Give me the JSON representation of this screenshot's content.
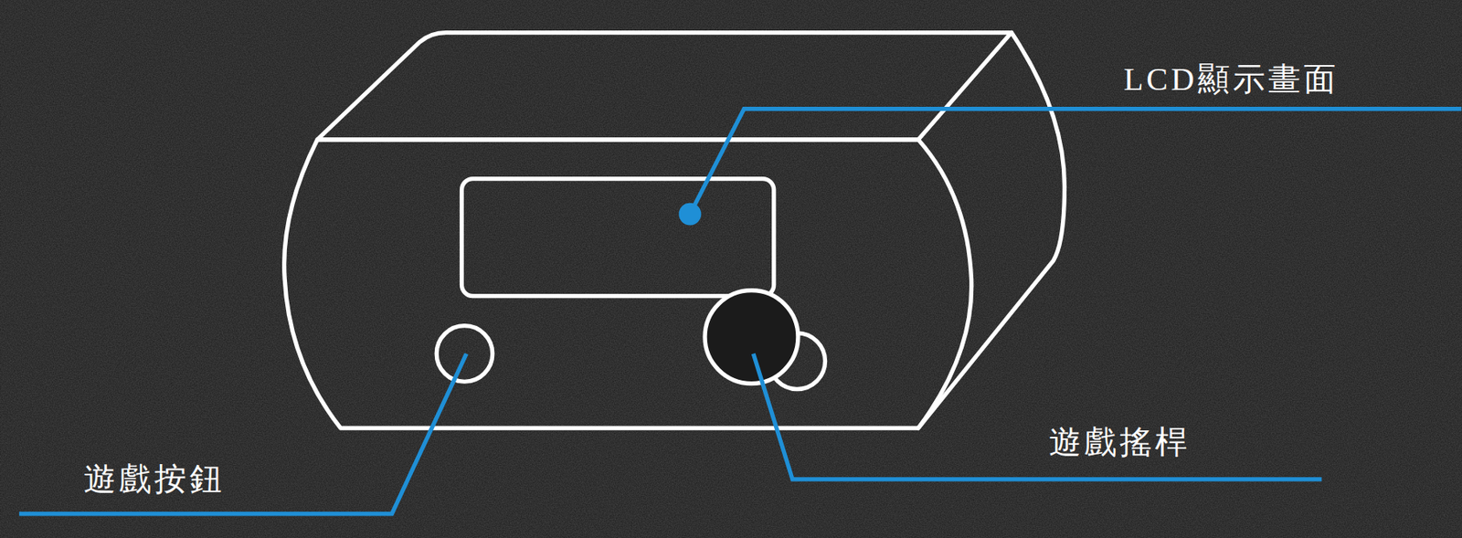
{
  "diagram": {
    "labels": [
      "LCD顯示畫面",
      "遊戲搖桿",
      "遊戲按鈕"
    ]
  }
}
